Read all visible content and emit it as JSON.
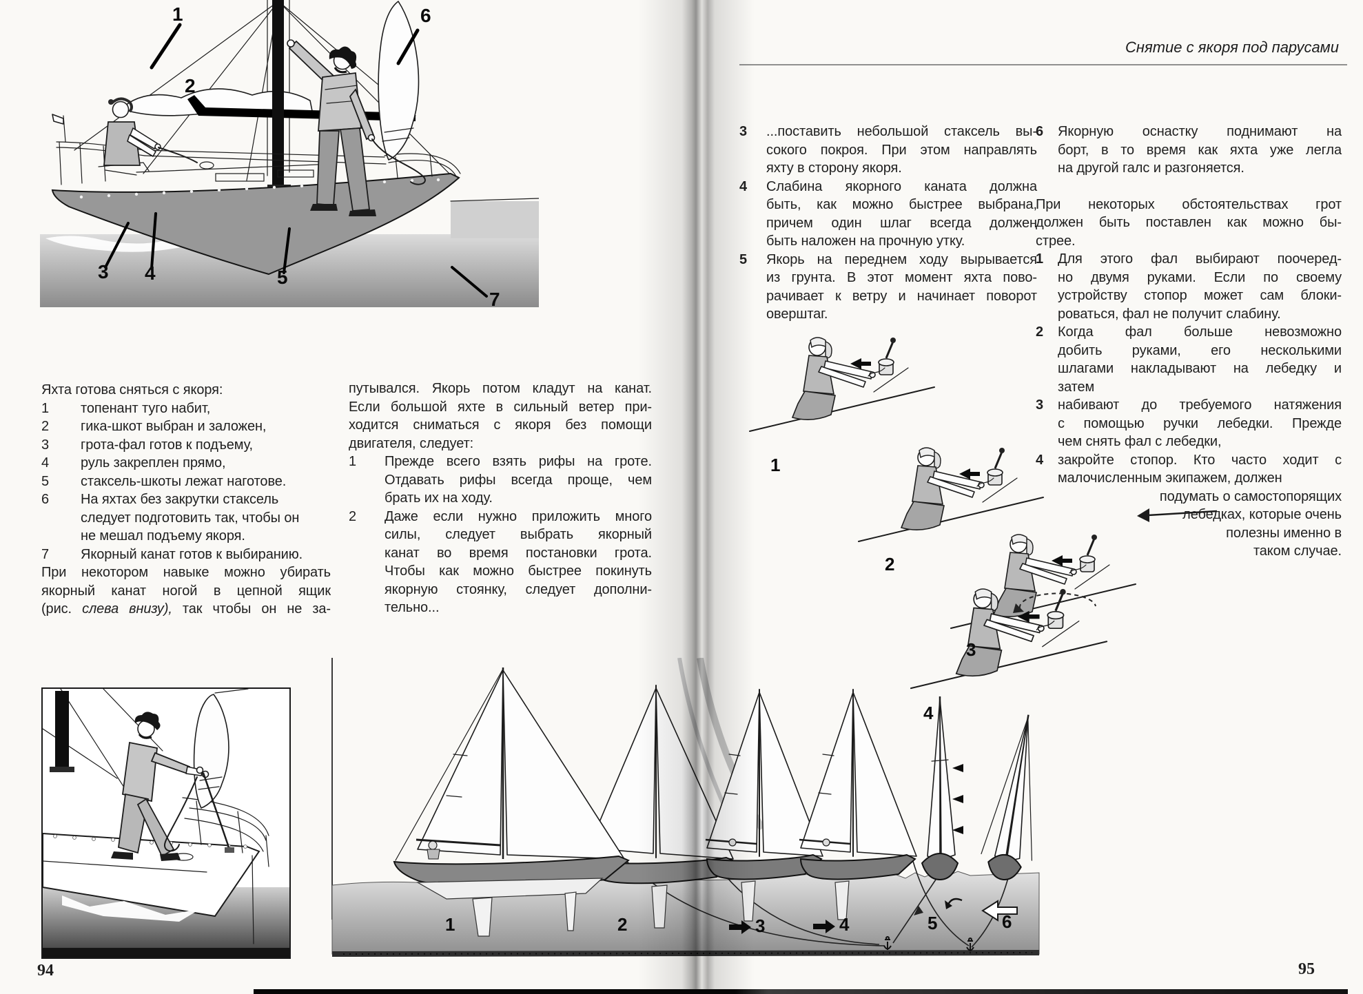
{
  "palette": {
    "ink": "#1f1f1f",
    "page": "#faf9f6",
    "hull_gray": "#8f8f8f",
    "water_light": "#dedede",
    "water_dark": "#6f6f6f"
  },
  "left": {
    "page_number": "94",
    "callouts": [
      "1",
      "2",
      "3",
      "4",
      "5",
      "6",
      "7"
    ],
    "col1": {
      "intro": "Яхта готова сняться с якоря:",
      "items": [
        {
          "num": "1",
          "text": "топенант туго набит,"
        },
        {
          "num": "2",
          "text": "гика-шкот выбран и заложен,"
        },
        {
          "num": "3",
          "text": "грота-фал готов к подъему,"
        },
        {
          "num": "4",
          "text": "руль закреплен прямо,"
        },
        {
          "num": "5",
          "text": "стаксель-шкоты лежат наготове."
        },
        {
          "num": "6",
          "text": [
            "На яхтах без закрутки стаксель",
            "следует подготовить так, чтобы он",
            "не мешал подъему якоря."
          ]
        },
        {
          "num": "7",
          "text": "Якорный канат готов к выбиранию."
        }
      ],
      "para": {
        "pre": "При некотором навыке можно убирать\nякорный канат ногой в цепной ящик\n(рис. ",
        "em": "слева внизу),",
        "post": " так чтобы он не за-"
      }
    },
    "col2": {
      "para": {
        "body": [
          "путывался. Якорь потом кладут на канат.",
          "Если большой яхте в сильный ветер при-",
          "ходится сниматься с якоря без помощи"
        ],
        "last": "двигателя, следует:"
      },
      "items": [
        {
          "num": "1",
          "body": [
            "Прежде всего взять рифы на гроте.",
            "Отдавать рифы всегда проще, чем"
          ],
          "last": "брать их на ходу."
        },
        {
          "num": "2",
          "body": [
            "Даже если нужно приложить много",
            "силы, следует выбрать якорный",
            "канат во время постановки грота.",
            "Чтобы как можно быстрее покинуть",
            "якорную стоянку, следует дополни-"
          ],
          "last": "тельно..."
        }
      ]
    }
  },
  "right": {
    "page_number": "95",
    "header": "Снятие с якоря под парусами",
    "col1": {
      "items": [
        {
          "num": "3",
          "body": [
            "...поставить небольшой стаксель вы-",
            "сокого покроя. При этом направлять"
          ],
          "last": "яхту в сторону якоря."
        },
        {
          "num": "4",
          "body": [
            "Слабина якорного каната должна",
            "быть, как можно быстрее выбрана,",
            "причем один шлаг всегда должен"
          ],
          "last": "быть наложен на прочную утку."
        },
        {
          "num": "5",
          "body": [
            "Якорь на переднем ходу вырывается",
            "из грунта. В этот момент яхта пово-",
            "рачивает к ветру и начинает поворот"
          ],
          "last": "оверштаг."
        }
      ]
    },
    "col2": {
      "item6": {
        "num": "6",
        "body": [
          "Якорную оснастку поднимают на",
          "борт, в то время как яхта уже легла"
        ],
        "last": "на другой галс и разгоняется."
      },
      "para": {
        "body": [
          "При некоторых обстоятельствах грот",
          "должен быть поставлен как можно бы-"
        ],
        "last": "стрее."
      },
      "items": [
        {
          "num": "1",
          "body": [
            "Для этого фал выбирают поочеред-",
            "но двумя руками. Если по своему",
            "устройству стопор может сам блоки-"
          ],
          "last": "роваться, фал не получит слабину."
        },
        {
          "num": "2",
          "body": [
            "Когда фал больше невозможно",
            "добить руками, его несколькими",
            "шлагами накладывают на лебедку и"
          ],
          "last": "затем"
        },
        {
          "num": "3",
          "body": [
            "набивают до требуемого натяжения",
            "с помощью ручки лебедки. Прежде"
          ],
          "last": "чем снять фал с лебедки,"
        },
        {
          "num": "4",
          "body": [
            "закройте стопор. Кто часто ходит с"
          ],
          "last": "малочисленным экипажем, должен",
          "right": [
            "подумать о самостопорящих",
            "лебедках, которые очень",
            "полезны именно в",
            "таком случае."
          ]
        }
      ]
    },
    "winch_labels": [
      "1",
      "2",
      "3",
      "4"
    ]
  },
  "boats": {
    "labels": [
      "1",
      "2",
      "3",
      "4",
      "5",
      "6"
    ]
  }
}
